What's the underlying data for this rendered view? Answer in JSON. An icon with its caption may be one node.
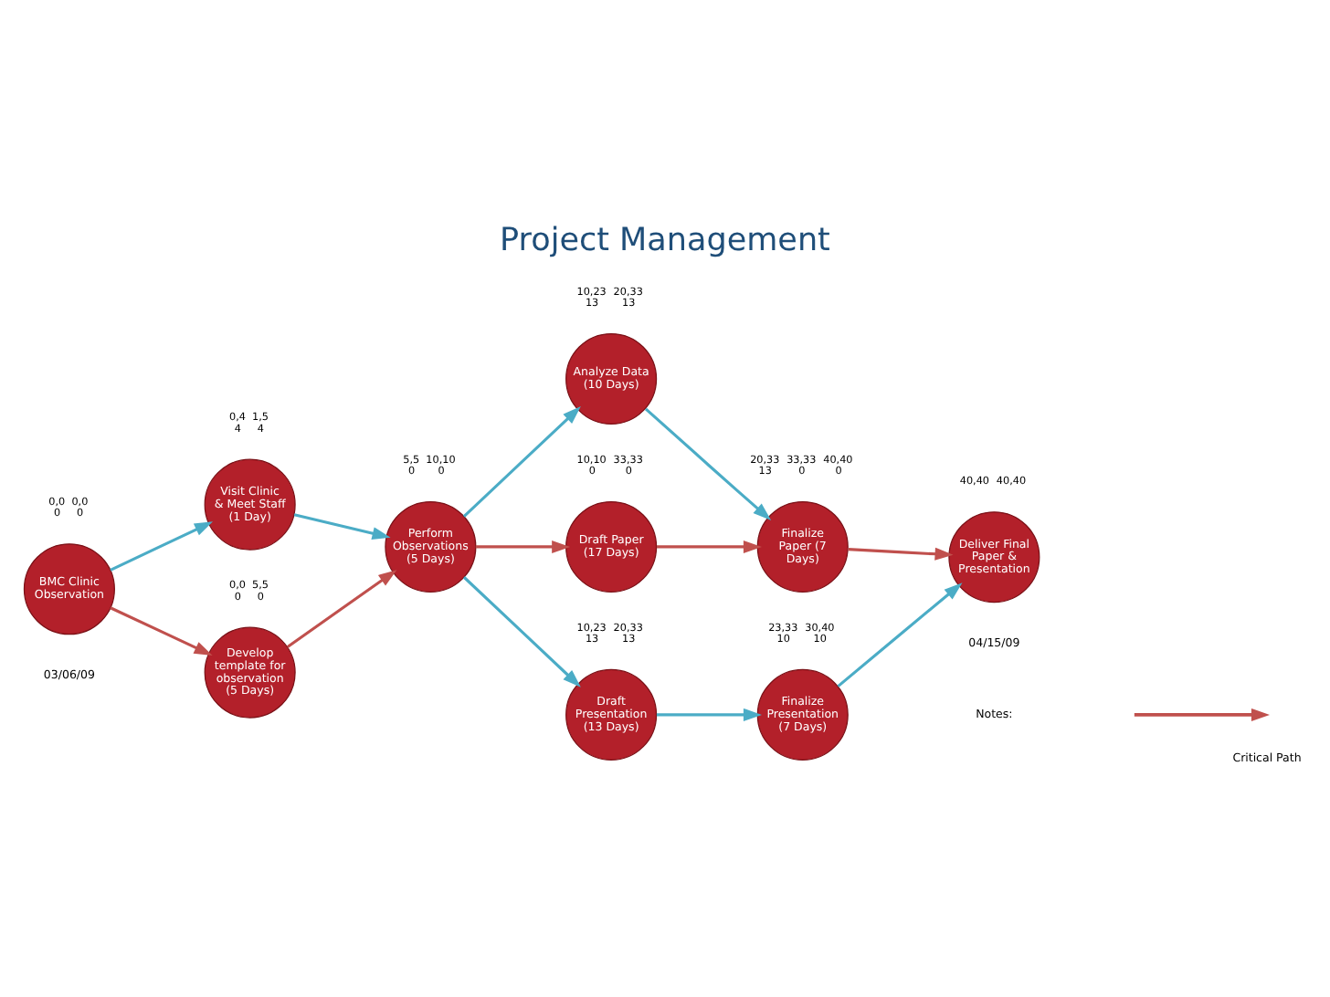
{
  "diagram": {
    "title": "Project Management",
    "nodes": [
      {
        "text": [
          "BMC Clinic Observation"
        ],
        "beside": [
          "0,0 0",
          "0,0 0"
        ]
      },
      {
        "text": [
          "Visit Clinic & Meet Staff (1 Day)"
        ],
        "beside": [
          "0,4 4",
          "1,5 4"
        ]
      },
      {
        "text": [
          "Develop template for observation (5 Days)"
        ],
        "beside": [
          "0,0 0",
          "5,5 0"
        ]
      },
      {
        "text": [
          "Perform Observations (5 Days)"
        ],
        "beside": [
          "5,5 0",
          "10,10 0"
        ]
      },
      {
        "text": [
          "Analyze Data (10 Days)"
        ],
        "beside": [
          "10,23 13",
          "20,33 13"
        ]
      },
      {
        "text": [
          "Draft Paper (17 Days)"
        ],
        "beside": [
          "10,10 0",
          "33,33 0"
        ]
      },
      {
        "text": [
          "Draft Presentation (13 Days)"
        ],
        "beside": [
          "10,23 13",
          "20,33 13"
        ]
      },
      {
        "text": [
          "Finalize Paper (7 Days)"
        ],
        "beside": [
          "20,33 13",
          "33,33 0",
          "40,40 0"
        ]
      },
      {
        "text": [
          "Finalize Presentation (7 Days)"
        ],
        "beside": [
          "23,33 10",
          "30,40 10"
        ]
      },
      {
        "text": [
          "Deliver Final Paper & Presentation"
        ],
        "beside": [
          "40,40",
          "40,40"
        ]
      }
    ],
    "edges": [
      {
        "from": 0,
        "to": 1,
        "arrow": "to"
      },
      {
        "from": 0,
        "to": 2,
        "arrow": "to",
        "color": "#c0504d"
      },
      {
        "from": 1,
        "to": 3,
        "arrow": "to"
      },
      {
        "from": 2,
        "to": 3,
        "arrow": "to",
        "color": "#c0504d"
      },
      {
        "from": 3,
        "to": 4,
        "arrow": "to"
      },
      {
        "from": 3,
        "to": 5,
        "arrow": "to",
        "color": "#c0504d"
      },
      {
        "from": 3,
        "to": 6,
        "arrow": "to"
      },
      {
        "from": 4,
        "to": 7,
        "arrow": "to"
      },
      {
        "from": 5,
        "to": 7,
        "arrow": "to",
        "color": "#c0504d"
      },
      {
        "from": 6,
        "to": 8,
        "arrow": "to"
      },
      {
        "from": 7,
        "to": 9,
        "arrow": "to",
        "color": "#c0504d"
      },
      {
        "from": 8,
        "to": 9,
        "arrow": "to"
      }
    ],
    "labels": [
      "Notes:",
      "03/06/09",
      "04/15/09"
    ],
    "legend": [
      {
        "text": "Critical Path"
      }
    ]
  }
}
